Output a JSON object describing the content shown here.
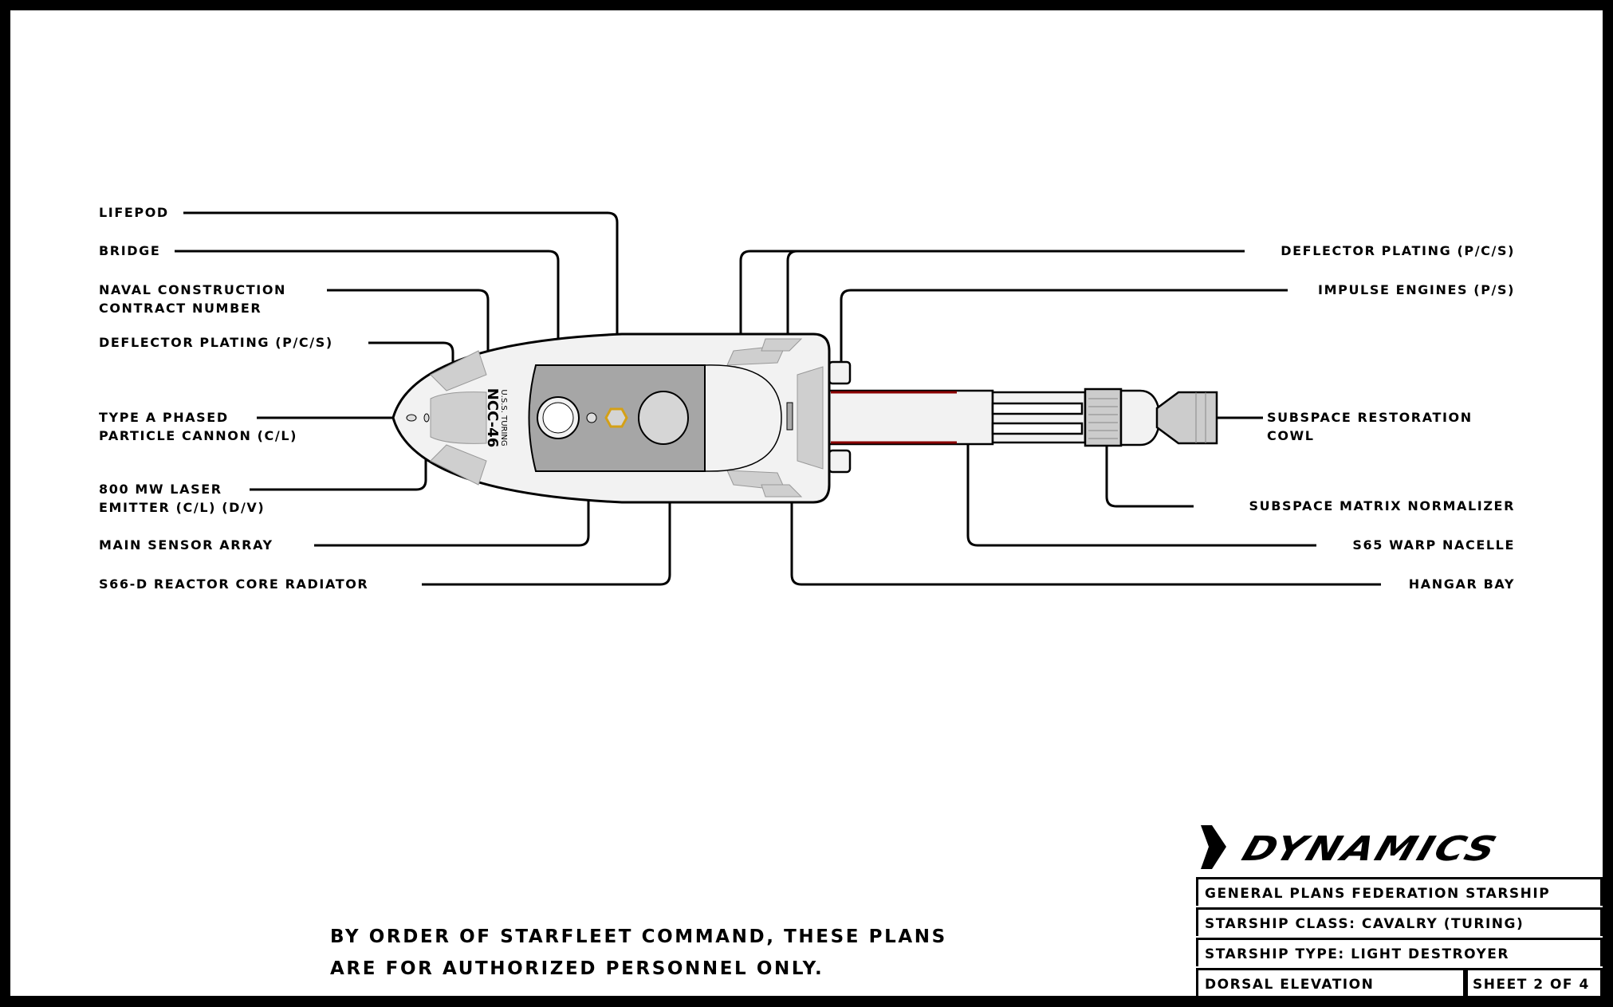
{
  "left_labels": [
    {
      "lines": [
        "LIFEPOD"
      ]
    },
    {
      "lines": [
        "BRIDGE"
      ]
    },
    {
      "lines": [
        "NAVAL CONSTRUCTION",
        "CONTRACT NUMBER"
      ]
    },
    {
      "lines": [
        "DEFLECTOR PLATING (P/C/S)"
      ]
    },
    {
      "lines": [
        "TYPE A PHASED",
        "PARTICLE CANNON (C/L)"
      ]
    },
    {
      "lines": [
        "800 MW LASER",
        "EMITTER (C/L) (D/V)"
      ]
    },
    {
      "lines": [
        "MAIN SENSOR ARRAY"
      ]
    },
    {
      "lines": [
        "S66-D REACTOR CORE RADIATOR"
      ]
    }
  ],
  "right_labels": [
    {
      "lines": [
        "DEFLECTOR PLATING (P/C/S)"
      ]
    },
    {
      "lines": [
        "IMPULSE ENGINES (P/S)"
      ]
    },
    {
      "lines": [
        "SUBSPACE RESTORATION",
        "COWL"
      ]
    },
    {
      "lines": [
        "SUBSPACE MATRIX NORMALIZER"
      ]
    },
    {
      "lines": [
        "S65 WARP NACELLE"
      ]
    },
    {
      "lines": [
        "HANGAR BAY"
      ]
    }
  ],
  "hull_markings": {
    "name": "U.S.S. TURING",
    "registry": "NCC-46"
  },
  "notice": [
    "BY ORDER OF STARFLEET COMMAND, THESE PLANS",
    "ARE FOR AUTHORIZED PERSONNEL ONLY."
  ],
  "title_block": {
    "logo": "DYNAMICS",
    "rows": [
      "GENERAL PLANS FEDERATION STARSHIP",
      "STARSHIP CLASS: CAVALRY (TURING)",
      "STARSHIP TYPE: LIGHT DESTROYER"
    ],
    "view": "DORSAL ELEVATION",
    "sheet": "SHEET 2 OF 4"
  },
  "colors": {
    "hull": "#f2f2f2",
    "panel": "#cfcfcf",
    "deck": "#a6a6a6",
    "nacelle_stripe": "#8b0000",
    "lifepod_outline": "#d4a017"
  }
}
